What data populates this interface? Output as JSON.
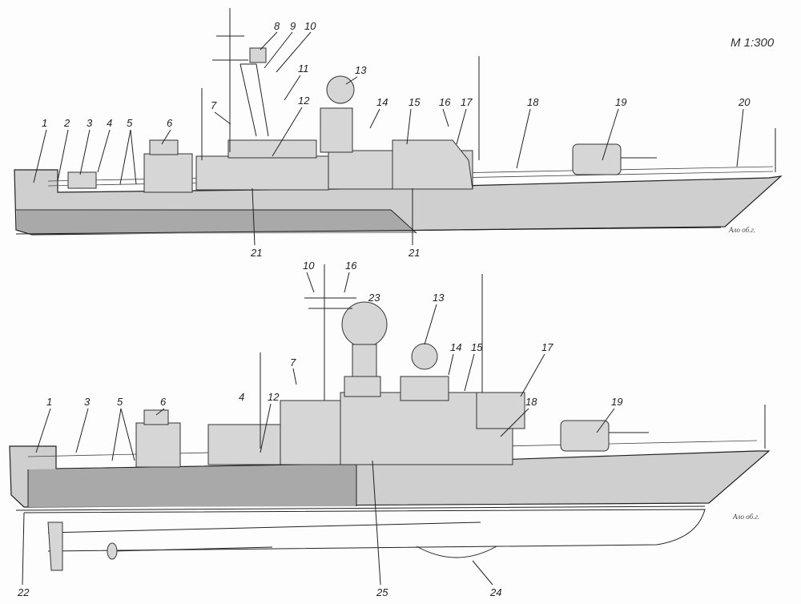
{
  "scale_label": "M 1:300",
  "signature": "Ало об.г.",
  "top_view": {
    "labels": [
      "1",
      "2",
      "3",
      "4",
      "5",
      "6",
      "7",
      "8",
      "9",
      "10",
      "11",
      "12",
      "13",
      "14",
      "15",
      "16",
      "17",
      "18",
      "19",
      "20",
      "21",
      "21"
    ]
  },
  "bottom_view": {
    "labels": [
      "1",
      "3",
      "5",
      "6",
      "4",
      "12",
      "7",
      "10",
      "16",
      "23",
      "13",
      "14",
      "15",
      "17",
      "18",
      "19",
      "22",
      "25",
      "24"
    ]
  },
  "colors": {
    "hull": "#cfcfcf",
    "underwater": "#a9a9a9",
    "line": "#222222"
  }
}
